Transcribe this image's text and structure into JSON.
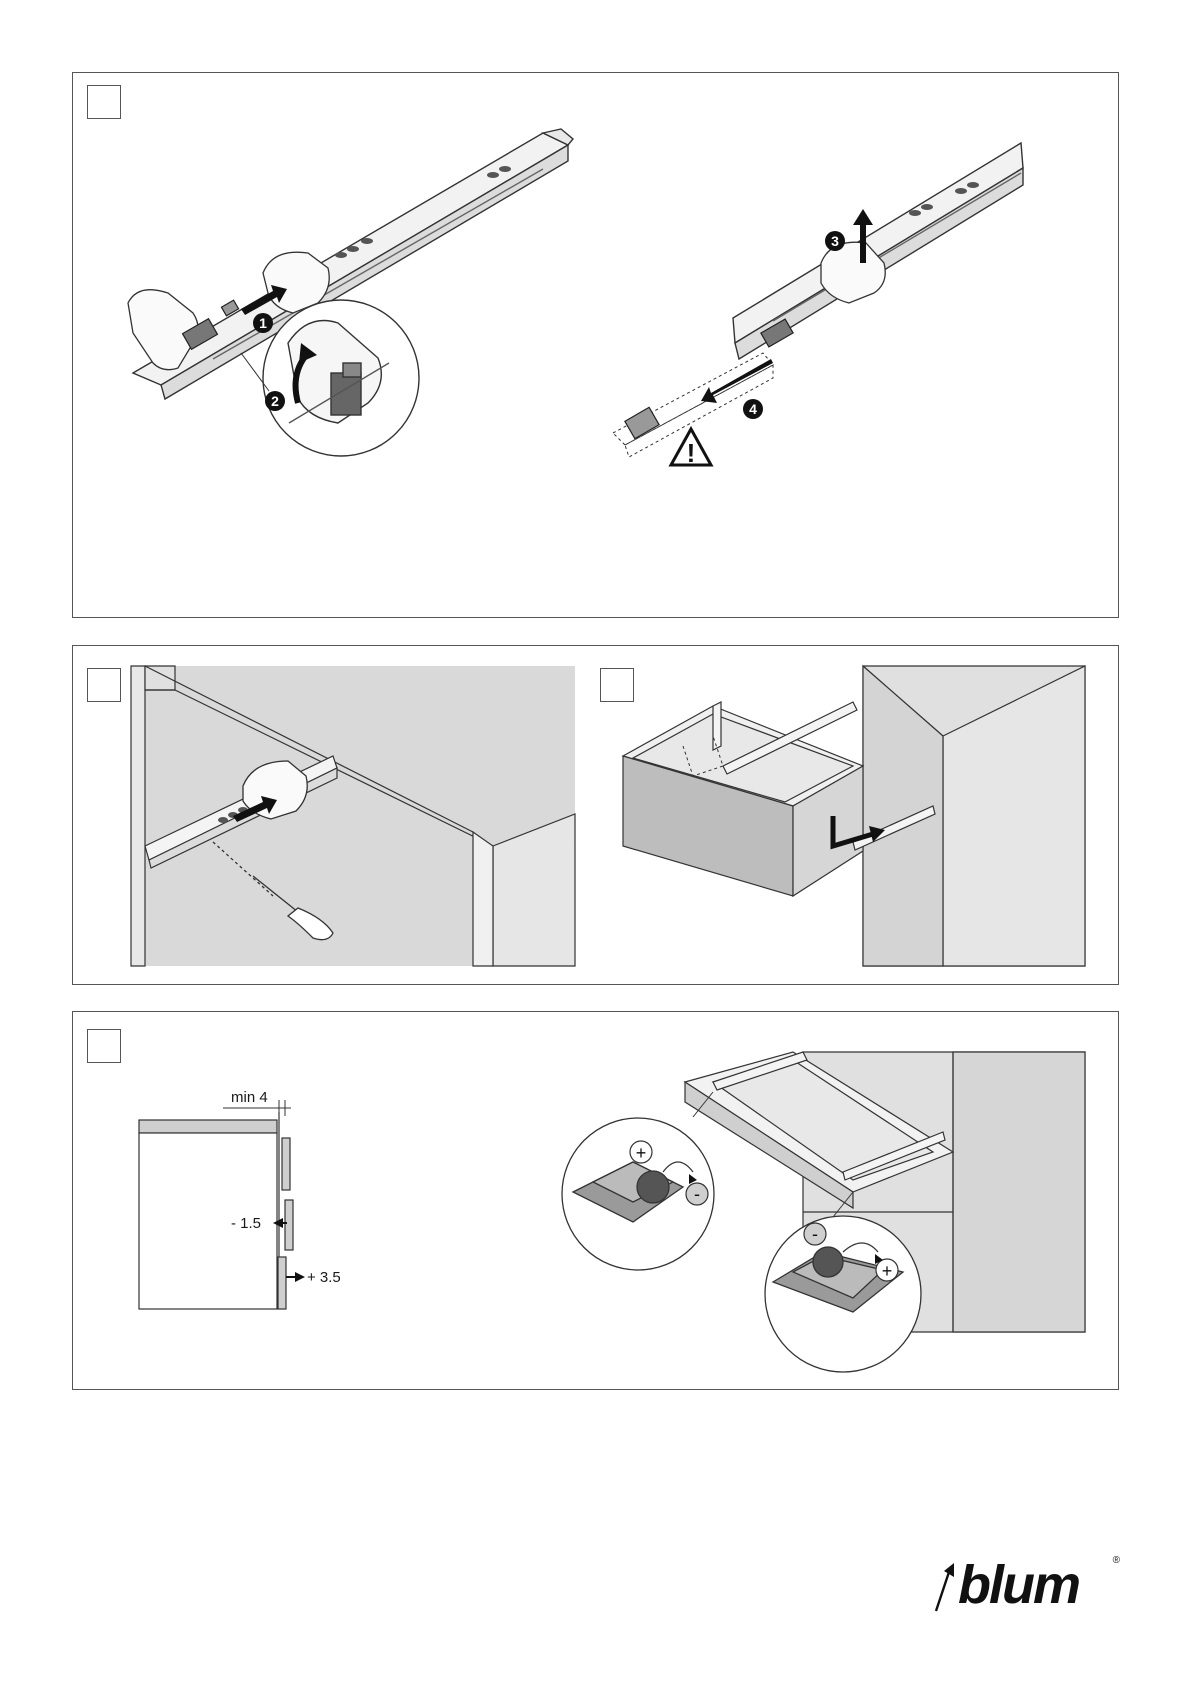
{
  "panels": {
    "top": {
      "steps": [
        {
          "number": "1"
        },
        {
          "number": "2"
        },
        {
          "number": "3"
        },
        {
          "number": "4"
        }
      ],
      "warning_symbol": "!"
    },
    "bottom": {
      "dimension_min": "min 4",
      "dimension_minus": "- 1.5",
      "dimension_plus": "+ 3.5",
      "adjust_plus": "+",
      "adjust_minus": "-"
    }
  },
  "icons": {
    "warning": "warning-triangle-icon",
    "arrow": "arrow-icon",
    "rotate": "rotate-arrow-icon"
  },
  "brand": {
    "name": "blum",
    "registered": "®"
  }
}
